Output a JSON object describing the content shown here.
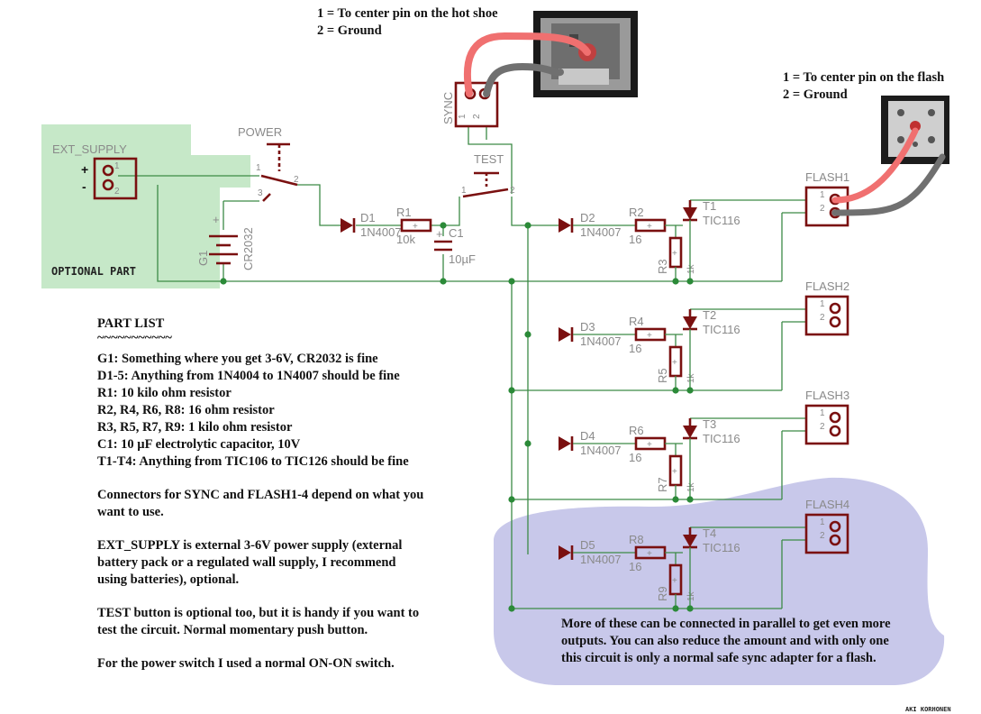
{
  "pin_notes": {
    "hotshoe": [
      "1 = To center pin on the hot shoe",
      "2 = Ground"
    ],
    "flash": [
      "1 = To center pin on the flash",
      "2 = Ground"
    ]
  },
  "optional_zone": {
    "label": "OPTIONAL PART",
    "connector": "EXT_SUPPLY",
    "plus": "+",
    "minus": "-"
  },
  "labels": {
    "power": "POWER",
    "sync": "SYNC",
    "test": "TEST",
    "g1": "G1",
    "cr2032": "CR2032",
    "d1": "D1",
    "d1_val": "1N4007",
    "r1": "R1",
    "r1_val": "10k",
    "c1": "C1",
    "c1_val": "10µF",
    "pin1": "1",
    "pin2": "2",
    "pin3": "3",
    "plus": "+",
    "diode_val": "1N4007",
    "r_series_val": "16",
    "r_gate_val": "1k",
    "thyristor_val": "TIC116",
    "channels": [
      {
        "flash": "FLASH1",
        "d": "D2",
        "r": "R2",
        "rg": "R3",
        "t": "T1"
      },
      {
        "flash": "FLASH2",
        "d": "D3",
        "r": "R4",
        "rg": "R5",
        "t": "T2"
      },
      {
        "flash": "FLASH3",
        "d": "D4",
        "r": "R6",
        "rg": "R7",
        "t": "T3"
      },
      {
        "flash": "FLASH4",
        "d": "D5",
        "r": "R8",
        "rg": "R9",
        "t": "T4"
      }
    ]
  },
  "part_list": {
    "title": "PART LIST",
    "underline": "~~~~~~~~~~~",
    "items": [
      "G1: Something where you get 3-6V, CR2032 is fine",
      "D1-5: Anything from 1N4004 to 1N4007 should be fine",
      "R1: 10 kilo ohm resistor",
      "R2, R4, R6, R8: 16 ohm resistor",
      "R3, R5, R7, R9: 1 kilo ohm resistor",
      "C1: 10 µF electrolytic capacitor, 10V",
      "T1-T4: Anything from TIC106 to TIC126 should be fine"
    ],
    "para1": [
      "Connectors for SYNC and FLASH1-4 depend on what you",
      "want to use."
    ],
    "para2": [
      "EXT_SUPPLY is external 3-6V power supply (external",
      "battery pack or a regulated wall supply, I recommend",
      "using batteries), optional."
    ],
    "para3": [
      "TEST button is optional too, but it is handy if you want to",
      "test the circuit. Normal momentary push button."
    ],
    "para4": [
      "For the power switch I used a normal ON-ON switch."
    ]
  },
  "parallel_note": [
    "More of these can be connected in parallel to get even more",
    "outputs. You can also reduce the amount and with only one",
    "this circuit is only a normal safe sync adapter for a flash."
  ],
  "signature": "AKI KORHONEN",
  "colors": {
    "wire": "#3c8a46",
    "part": "#7a1010",
    "optional": "#c6e8c8",
    "parallel": "#c8c8ea",
    "cable_red": "#f07070",
    "cable_gray": "#707070"
  }
}
